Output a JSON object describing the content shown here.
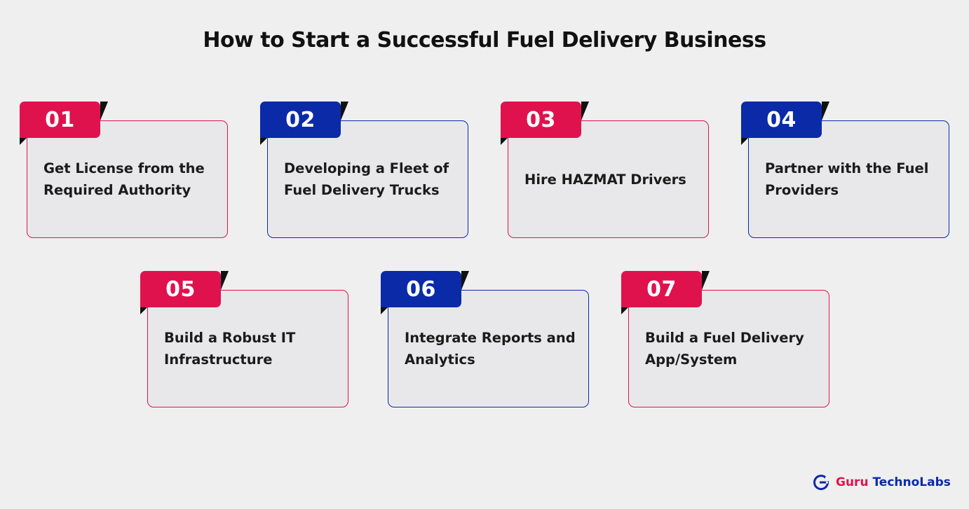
{
  "title": "How to Start a Successful Fuel Delivery Business",
  "steps": [
    {
      "number": "01",
      "text": "Get License from the Required Authority",
      "color": "#e0124e"
    },
    {
      "number": "02",
      "text": "Developing a Fleet of Fuel Delivery Trucks",
      "color": "#0a2aa8"
    },
    {
      "number": "03",
      "text": "Hire HAZMAT Drivers",
      "color": "#e0124e"
    },
    {
      "number": "04",
      "text": "Partner with the Fuel Providers",
      "color": "#0a2aa8"
    },
    {
      "number": "05",
      "text": "Build a Robust IT Infrastructure",
      "color": "#e0124e"
    },
    {
      "number": "06",
      "text": "Integrate Reports and Analytics",
      "color": "#0a2aa8"
    },
    {
      "number": "07",
      "text": "Build a Fuel Delivery App/System",
      "color": "#e0124e"
    }
  ],
  "brand": {
    "word1": "Guru",
    "word2": "TechnoLabs",
    "icon": "g-logo-icon",
    "accent": "#e0124e",
    "primary": "#0a2aa8"
  }
}
